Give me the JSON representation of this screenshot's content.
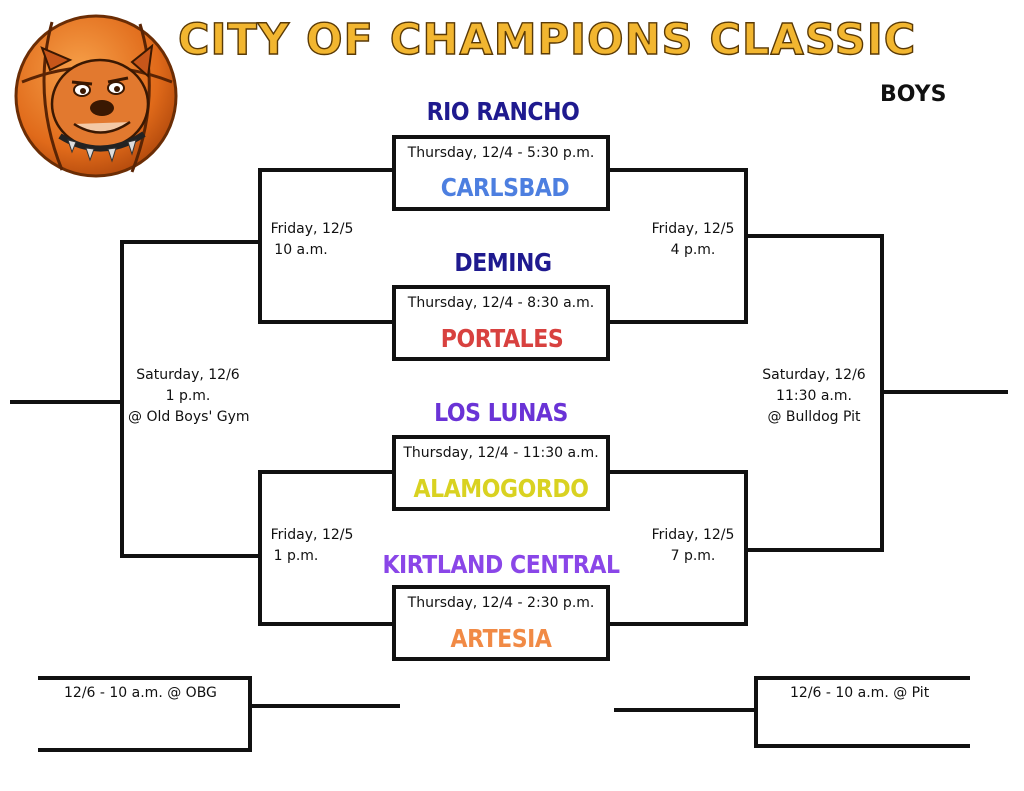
{
  "header": {
    "title": "CITY OF CHAMPIONS CLASSIC",
    "division": "BOYS",
    "logo_icon": "bulldog-basketball-icon"
  },
  "colors": {
    "title": "#f2b630",
    "line": "#111111",
    "rio_rancho": "#1f1a8f",
    "carlsbad": "#4d7fe0",
    "deming": "#1f1a8f",
    "portales": "#d8413f",
    "los_lunas": "#6a33d6",
    "alamogordo": "#d9d221",
    "kirtland_central": "#8a46e8",
    "artesia": "#f18a45"
  },
  "games": {
    "g1": {
      "time": "Thursday, 12/4 - 5:30 p.m.",
      "top": "RIO RANCHO",
      "bottom": "CARLSBAD"
    },
    "g2": {
      "time": "Thursday, 12/4 - 8:30 a.m.",
      "top": "DEMING",
      "bottom": "PORTALES"
    },
    "g3": {
      "time": "Thursday, 12/4 - 11:30 a.m.",
      "top": "LOS LUNAS",
      "bottom": "ALAMOGORDO"
    },
    "g4": {
      "time": "Thursday, 12/4 - 2:30 p.m.",
      "top": "KIRTLAND CENTRAL",
      "bottom": "ARTESIA"
    }
  },
  "left": {
    "semi_top": {
      "day": "Friday, 12/5",
      "time": "10 a.m."
    },
    "semi_bottom": {
      "day": "Friday, 12/5",
      "time": "1 p.m."
    },
    "final": {
      "day": "Saturday, 12/6",
      "time": "1 p.m.",
      "venue": "@ Old Boys' Gym"
    },
    "consolation": "12/6 - 10 a.m. @ OBG"
  },
  "right": {
    "semi_top": {
      "day": "Friday, 12/5",
      "time": "4 p.m."
    },
    "semi_bottom": {
      "day": "Friday, 12/5",
      "time": "7 p.m."
    },
    "final": {
      "day": "Saturday, 12/6",
      "time": "11:30 a.m.",
      "venue": "@ Bulldog Pit"
    },
    "consolation": "12/6 - 10 a.m. @ Pit"
  }
}
